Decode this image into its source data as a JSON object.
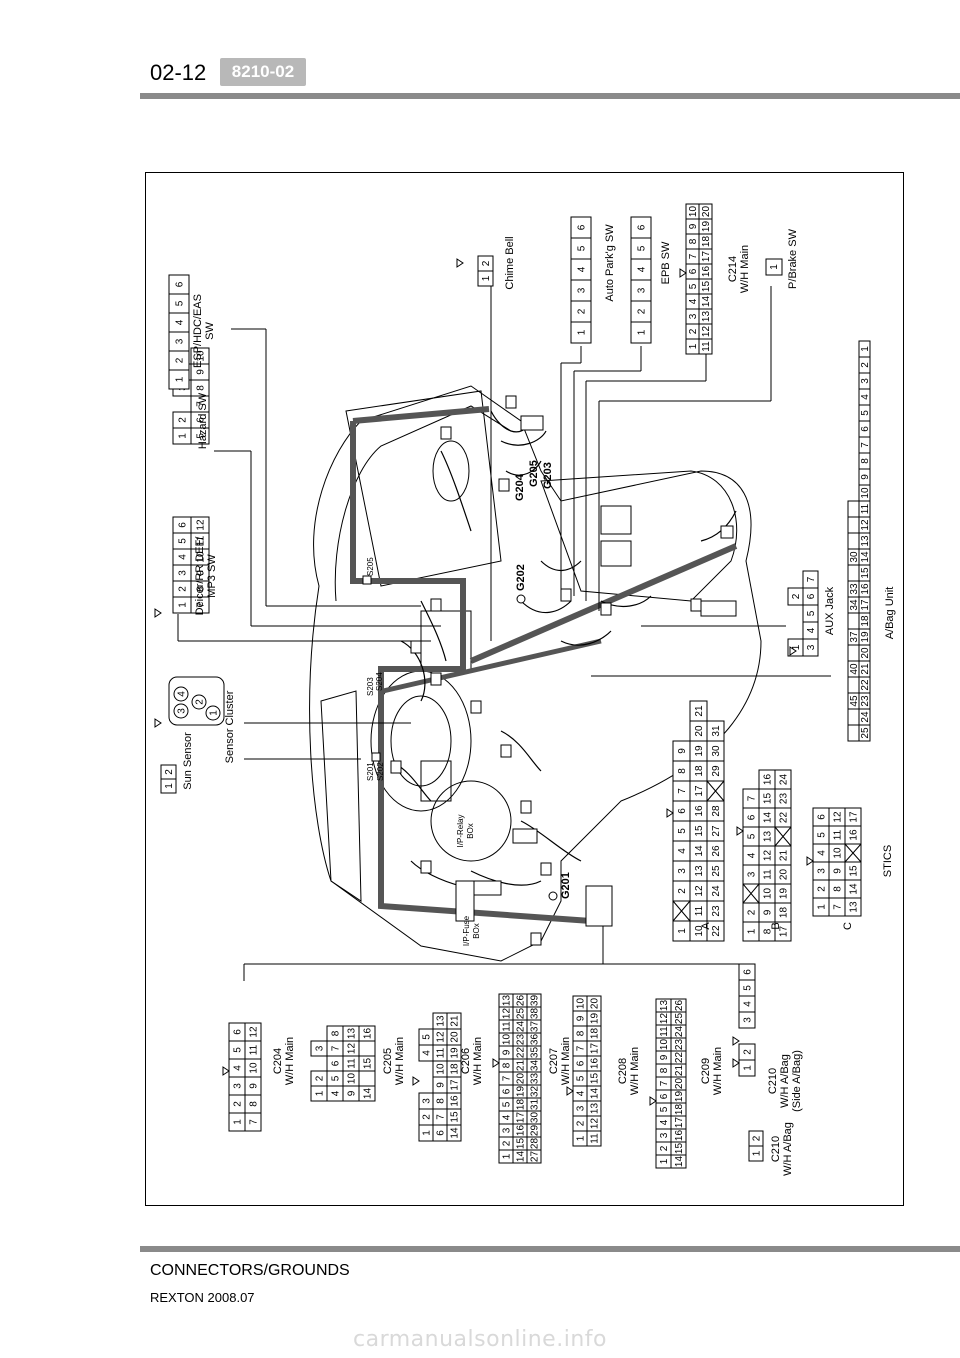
{
  "header": {
    "page_number": "02-12",
    "section_code": "8210-02"
  },
  "footer": {
    "title": "CONNECTORS/GROUNDS",
    "subtitle": "REXTON 2008.07"
  },
  "watermark": "carmanualsonline.info",
  "diagram": {
    "connectors": {
      "sun_sensor": "Sun Sensor",
      "sensor_cluster": "Sensor Cluster",
      "deicer": [
        "Deicer/RR DEF/",
        "MP3 SW"
      ],
      "hazard": "Hazard SW",
      "esp": [
        "ESP/HDC/EAS",
        "SW"
      ],
      "chime": "Chime Bell",
      "auto_park": "Auto Park'g SW",
      "epb": "EPB SW",
      "c214": [
        "C214",
        "W/H Main"
      ],
      "pbrake": "P/Brake SW",
      "aux": "AUX Jack",
      "abag": "A/Bag Unit",
      "stics": "STICS",
      "c204": [
        "C204",
        "W/H Main"
      ],
      "c205": [
        "C205",
        "W/H Main"
      ],
      "c206": [
        "C206",
        "W/H Main"
      ],
      "c207": [
        "C207",
        "W/H Main"
      ],
      "c208": [
        "C208",
        "W/H Main"
      ],
      "c209": [
        "C209",
        "W/H Main"
      ],
      "c210a": [
        "C210",
        "W/H A/Bag",
        "(Side A/Bag)"
      ],
      "c210b": [
        "C210",
        "W/H A/Bag"
      ]
    },
    "grounds": [
      "G201",
      "G202",
      "G203",
      "G204",
      "G205"
    ],
    "splices": [
      "S201",
      "S202",
      "S203",
      "S204",
      "S205"
    ],
    "boxes": {
      "fuse": [
        "I/P-Fuse",
        "BOx"
      ],
      "relay": [
        "I/P-Relay",
        "BOx"
      ]
    },
    "stics_rows": {
      "a": "A",
      "b": "B",
      "c": "C"
    }
  }
}
